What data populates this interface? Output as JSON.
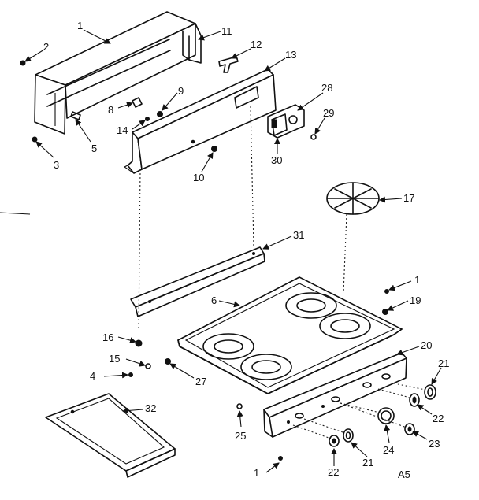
{
  "diagram": {
    "figure_label": "A5",
    "callouts": [
      "1",
      "2",
      "3",
      "5",
      "11",
      "12",
      "13",
      "8",
      "9",
      "14",
      "10",
      "28",
      "29",
      "30",
      "17",
      "31",
      "1",
      "19",
      "6",
      "16",
      "15",
      "4",
      "27",
      "20",
      "21",
      "22",
      "32",
      "25",
      "24",
      "23",
      "21",
      "22",
      "1"
    ]
  }
}
